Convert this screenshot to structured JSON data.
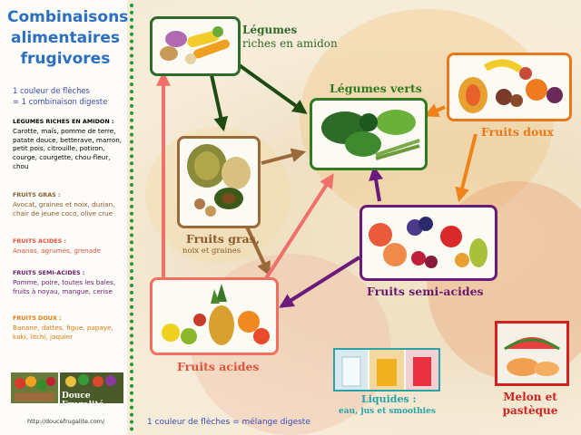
{
  "title_lines": [
    "Combinaisons",
    "alimentaires",
    "frugivores"
  ],
  "legend_top": [
    "1 couleur de flèches",
    "= 1 combinaison digeste"
  ],
  "sidebar_groups": [
    {
      "heading": "LEGUMES RICHES EN AMIDON :",
      "text": "Carotte, maïs, pomme de terre, patate douce, betterave, marron, petit pois, citrouille, potiron, courge, courgette, chou-fleur, chou",
      "color": "#222222"
    },
    {
      "heading": "FRUITS GRAS :",
      "text": "Avocat, graines et noix, durian, chair de jeune coco, olive crue",
      "color": "#8a5a2b"
    },
    {
      "heading": "FRUITS ACIDES :",
      "text": "Ananas, agrumes, grenade",
      "color": "#e0523a"
    },
    {
      "heading": "FRUITS SEMI-ACIDES :",
      "text": "Pomme, poire, toutes les baies, fruits à noyau, mangue, cerise",
      "color": "#6a1a6a"
    },
    {
      "heading": "FRUITS DOUX :",
      "text": "Banane, dattes, figue, papaye, kaki, litchi, jaquier",
      "color": "#e07a10"
    }
  ],
  "brand_caption": "Douce Frugalité",
  "url": "http://doucefrugalite.com/",
  "legend_bottom": "1 couleur de flèches = mélange digeste",
  "boxes": {
    "starchy_veg": {
      "title_lines": [
        "Légumes",
        "riches en amidon"
      ],
      "border": "#2f6a2a"
    },
    "green_veg": {
      "title": "Légumes verts",
      "border": "#2f7a22"
    },
    "sweet_fruits": {
      "title": "Fruits doux",
      "border": "#e8781c"
    },
    "fatty_fruits": {
      "title": "Fruits gras,",
      "subtitle": "noix et graines",
      "border": "#9a6a3a"
    },
    "semi_acid": {
      "title": "Fruits semi-acides",
      "border": "#6a1a7a"
    },
    "acid": {
      "title": "Fruits acides",
      "border": "#f07060"
    },
    "liquids": {
      "title": "Liquides :",
      "subtitle": "eau, jus et smoothies",
      "border": "#2aa3a8"
    },
    "melon": {
      "title_lines": [
        "Melon et",
        "pastèque"
      ],
      "border": "#d42020"
    }
  },
  "colors": {
    "title": "#2a6fc0",
    "dotted_line": "#1f9a2e",
    "starchy_arrow": "#1e4a14",
    "sweet_arrow": "#f0821c",
    "fatty_arrow": "#9a6a3a",
    "semi_acid_arrow": "#6a1a7a",
    "acid_arrow": "#f0706a",
    "melon_text": "#d42020"
  }
}
